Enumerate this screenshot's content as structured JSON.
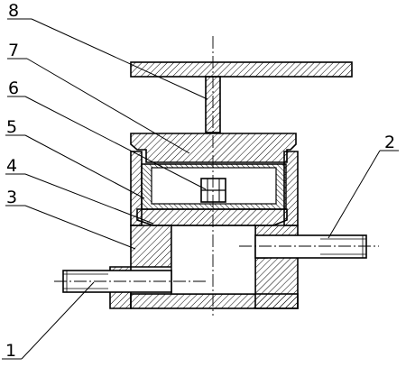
{
  "drawing": {
    "colors": {
      "line": "#000000",
      "paper": "#ffffff"
    },
    "labels": {
      "n1": "1",
      "n2": "2",
      "n3": "3",
      "n4": "4",
      "n5": "5",
      "n6": "6",
      "n7": "7",
      "n8": "8"
    }
  }
}
